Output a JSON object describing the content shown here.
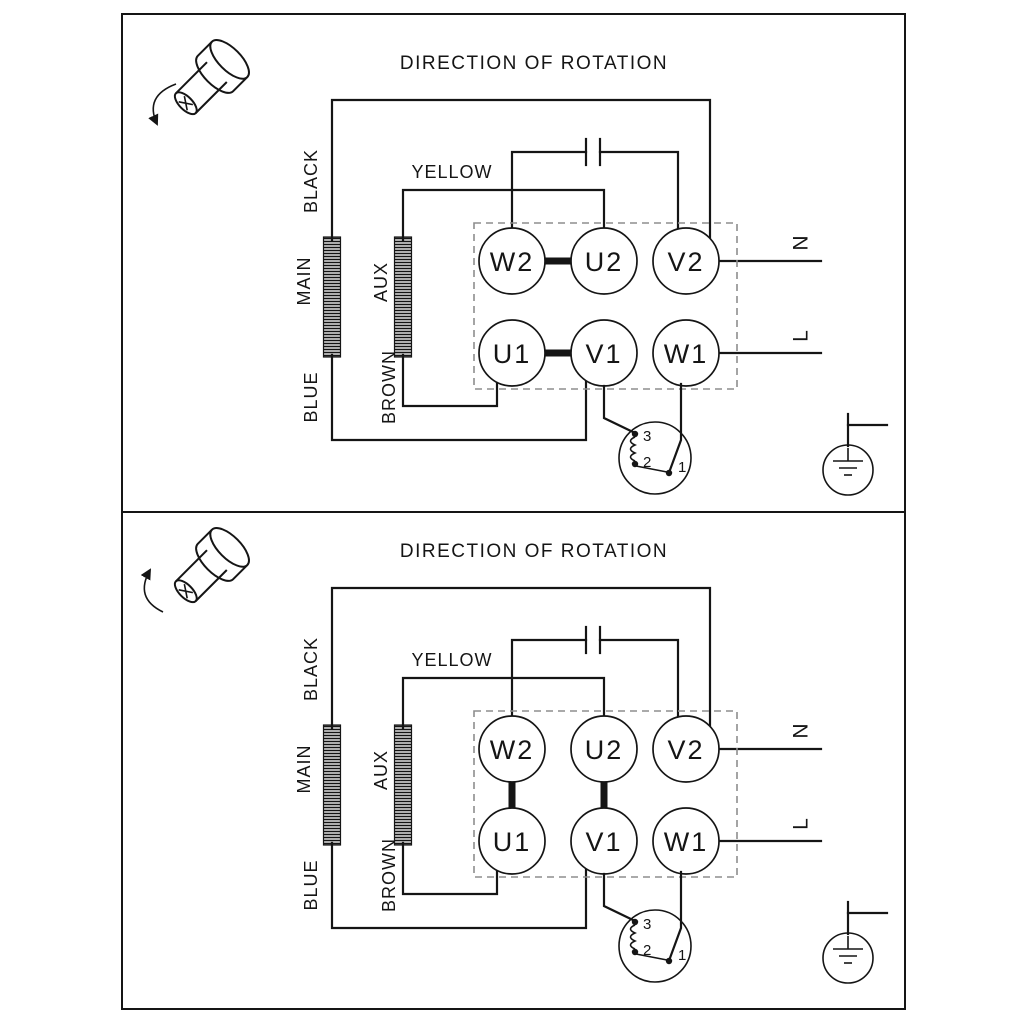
{
  "panels": [
    {
      "title": "DIRECTION OF ROTATION",
      "wire_labels": {
        "black": "BLACK",
        "main": "MAIN",
        "blue": "BLUE",
        "aux": "AUX",
        "brown": "BROWN",
        "yellow": "YELLOW"
      },
      "line_labels": {
        "n": "N",
        "l": "L"
      },
      "terminals": {
        "w2": "W2",
        "u2": "U2",
        "v2": "V2",
        "u1": "U1",
        "v1": "V1",
        "w1": "W1"
      },
      "switch_contacts": {
        "c3": "3",
        "c2": "2",
        "c1": "1"
      },
      "link_bars": "W2-U2 and U1-V1 (horizontal)",
      "rotation_arrow": "counterclockwise"
    },
    {
      "title": "DIRECTION OF ROTATION",
      "wire_labels": {
        "black": "BLACK",
        "main": "MAIN",
        "blue": "BLUE",
        "aux": "AUX",
        "brown": "BROWN",
        "yellow": "YELLOW"
      },
      "line_labels": {
        "n": "N",
        "l": "L"
      },
      "terminals": {
        "w2": "W2",
        "u2": "U2",
        "v2": "V2",
        "u1": "U1",
        "v1": "V1",
        "w1": "W1"
      },
      "switch_contacts": {
        "c3": "3",
        "c2": "2",
        "c1": "1"
      },
      "link_bars": "W2-U1 and U2-V1 (vertical)",
      "rotation_arrow": "clockwise"
    }
  ],
  "colors": {
    "line": "#151515",
    "dashed_box": "#8d8d8d",
    "background": "#ffffff"
  }
}
